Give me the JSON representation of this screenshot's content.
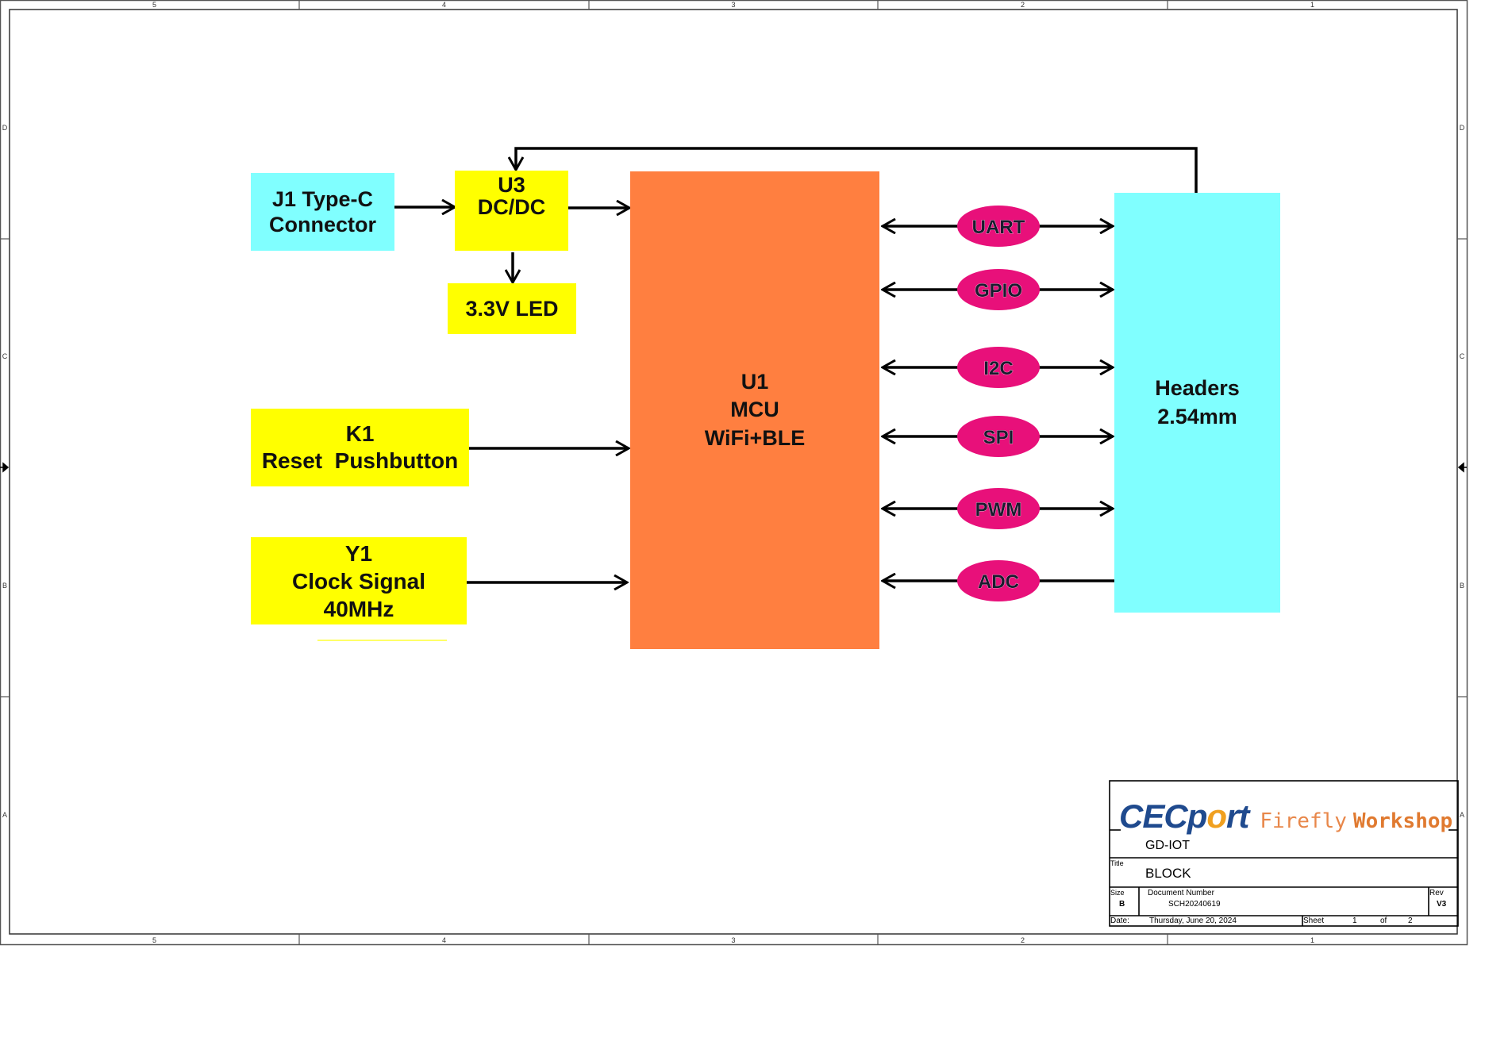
{
  "frame": {
    "column_labels": [
      "5",
      "4",
      "3",
      "2",
      "1"
    ],
    "row_labels": [
      "D",
      "C",
      "B",
      "A"
    ]
  },
  "blocks": {
    "j1": {
      "lines": [
        "J1 Type-C",
        "Connector"
      ],
      "color": "#80FFFF"
    },
    "u3": {
      "lines": [
        "U3",
        "DC/DC"
      ],
      "color": "#FFFF00"
    },
    "led": {
      "lines": [
        "3.3V LED"
      ],
      "color": "#FFFF00"
    },
    "k1": {
      "lines": [
        "K1",
        "Reset  Pushbutton"
      ],
      "color": "#FFFF00"
    },
    "y1": {
      "lines": [
        "Y1",
        "Clock Signal",
        "40MHz"
      ],
      "color": "#FFFF00"
    },
    "u1": {
      "lines": [
        "U1",
        "MCU",
        "WiFi+BLE"
      ],
      "color": "#FF7F40"
    },
    "headers": {
      "lines": [
        "Headers",
        "2.54mm"
      ],
      "color": "#80FFFF"
    }
  },
  "signals": [
    {
      "label": "UART",
      "direction": "bidirectional"
    },
    {
      "label": "GPIO",
      "direction": "bidirectional"
    },
    {
      "label": "I2C",
      "direction": "bidirectional"
    },
    {
      "label": "SPI",
      "direction": "bidirectional"
    },
    {
      "label": "PWM",
      "direction": "bidirectional"
    },
    {
      "label": "ADC",
      "direction": "to-mcu"
    }
  ],
  "signal_color": "#E8107A",
  "title_block": {
    "logo": {
      "brand_a": "CEC",
      "brand_b1": "p",
      "brand_b2": "o",
      "brand_b3": "rt",
      "tagline_a": "Firefly",
      "tagline_b": "Workshop"
    },
    "company": "GD-IOT",
    "title_label": "Title",
    "title": "BLOCK",
    "size_label": "Size",
    "size": "B",
    "doc_number_label": "Document Number",
    "doc_number": "SCH20240619",
    "rev_label": "Rev",
    "rev": "V3",
    "date_label": "Date:",
    "date": "Thursday, June 20, 2024",
    "sheet_label": "Sheet",
    "sheet": "1",
    "of_label": "of",
    "sheet_total": "2"
  }
}
